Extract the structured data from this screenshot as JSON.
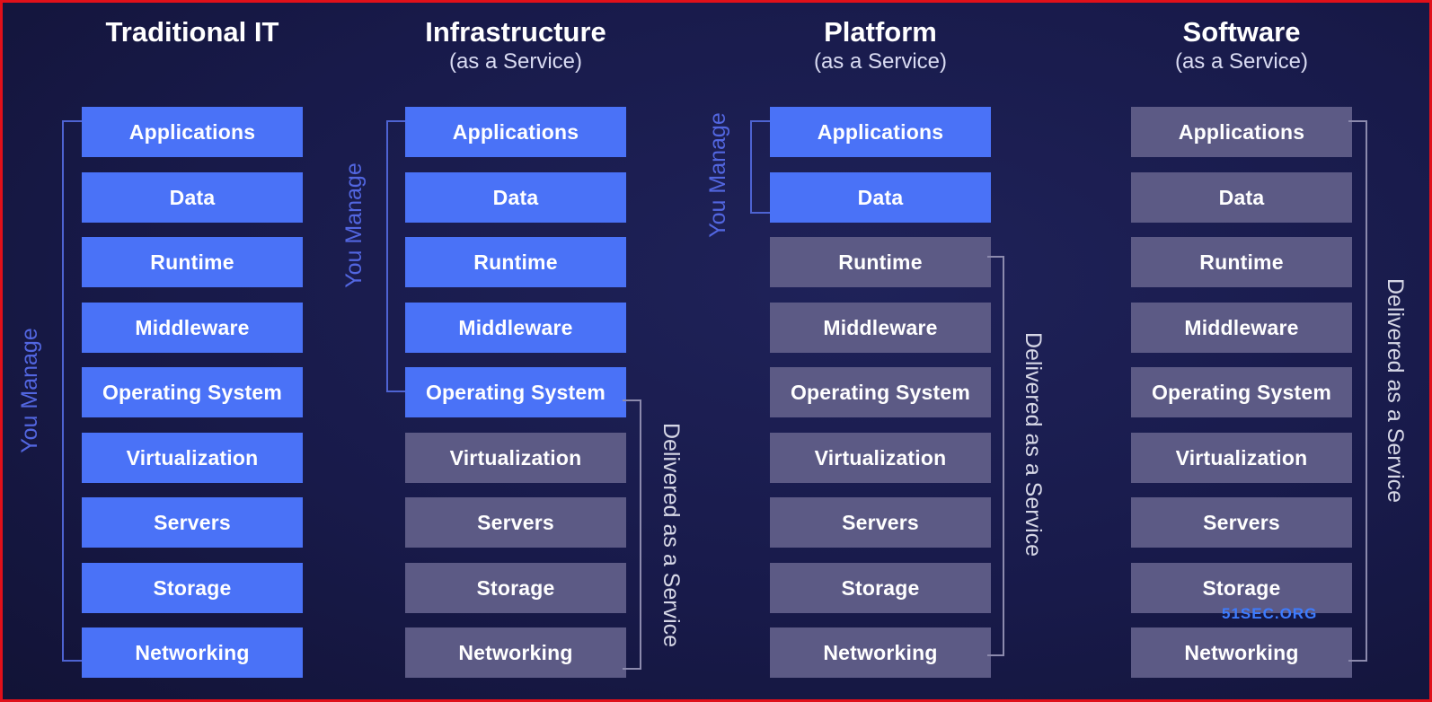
{
  "columns": [
    {
      "title": "Traditional IT",
      "subtitle": ""
    },
    {
      "title": "Infrastructure",
      "subtitle": "(as a Service)"
    },
    {
      "title": "Platform",
      "subtitle": "(as a Service)"
    },
    {
      "title": "Software",
      "subtitle": "(as a Service)"
    }
  ],
  "layers": [
    "Applications",
    "Data",
    "Runtime",
    "Middleware",
    "Operating System",
    "Virtualization",
    "Servers",
    "Storage",
    "Networking"
  ],
  "labels": {
    "you_manage": "You Manage",
    "delivered": "Delivered as a Service"
  },
  "watermark": "51SEC.ORG",
  "colors": {
    "managed": "#4a72f7",
    "service": "#5c5a85",
    "background": "#181a4a",
    "frame": "#e0101a"
  }
}
